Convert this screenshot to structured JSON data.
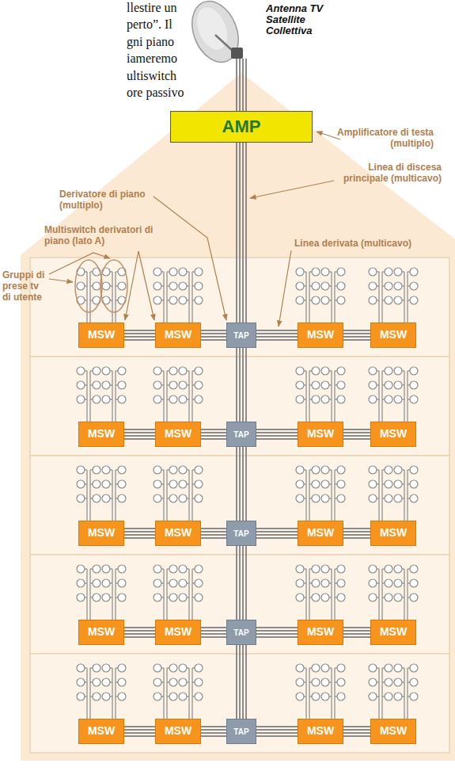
{
  "diagram": {
    "nodes": [
      {
        "text": [
          "AMP"
        ]
      },
      {
        "text": [
          "MSW"
        ]
      },
      {
        "text": [
          "MSW"
        ]
      },
      {
        "text": [
          "TAP"
        ]
      },
      {
        "text": [
          "MSW"
        ]
      },
      {
        "text": [
          "MSW"
        ]
      },
      {
        "text": [
          "MSW"
        ]
      },
      {
        "text": [
          "MSW"
        ]
      },
      {
        "text": [
          "TAP"
        ]
      },
      {
        "text": [
          "MSW"
        ]
      },
      {
        "text": [
          "MSW"
        ]
      },
      {
        "text": [
          "MSW"
        ]
      },
      {
        "text": [
          "MSW"
        ]
      },
      {
        "text": [
          "TAP"
        ]
      },
      {
        "text": [
          "MSW"
        ]
      },
      {
        "text": [
          "MSW"
        ]
      },
      {
        "text": [
          "MSW"
        ]
      },
      {
        "text": [
          "MSW"
        ]
      },
      {
        "text": [
          "TAP"
        ]
      },
      {
        "text": [
          "MSW"
        ]
      },
      {
        "text": [
          "MSW"
        ]
      },
      {
        "text": [
          "MSW"
        ]
      },
      {
        "text": [
          "MSW"
        ]
      },
      {
        "text": [
          "TAP"
        ]
      },
      {
        "text": [
          "MSW"
        ]
      },
      {
        "text": [
          "MSW"
        ]
      }
    ],
    "edges": [
      {
        "from": 0,
        "to": 3,
        "arrow": "none"
      },
      {
        "from": 3,
        "to": 8,
        "arrow": "none"
      },
      {
        "from": 8,
        "to": 13,
        "arrow": "none"
      },
      {
        "from": 13,
        "to": 18,
        "arrow": "none"
      },
      {
        "from": 18,
        "to": 23,
        "arrow": "none"
      },
      {
        "from": 3,
        "to": 2,
        "arrow": "none"
      },
      {
        "from": 2,
        "to": 1,
        "arrow": "none"
      },
      {
        "from": 3,
        "to": 4,
        "arrow": "none"
      },
      {
        "from": 4,
        "to": 5,
        "arrow": "none"
      },
      {
        "from": 8,
        "to": 7,
        "arrow": "none"
      },
      {
        "from": 7,
        "to": 6,
        "arrow": "none"
      },
      {
        "from": 8,
        "to": 9,
        "arrow": "none"
      },
      {
        "from": 9,
        "to": 10,
        "arrow": "none"
      },
      {
        "from": 13,
        "to": 12,
        "arrow": "none"
      },
      {
        "from": 12,
        "to": 11,
        "arrow": "none"
      },
      {
        "from": 13,
        "to": 14,
        "arrow": "none"
      },
      {
        "from": 14,
        "to": 15,
        "arrow": "none"
      },
      {
        "from": 18,
        "to": 17,
        "arrow": "none"
      },
      {
        "from": 17,
        "to": 16,
        "arrow": "none"
      },
      {
        "from": 18,
        "to": 19,
        "arrow": "none"
      },
      {
        "from": 19,
        "to": 20,
        "arrow": "none"
      },
      {
        "from": 23,
        "to": 22,
        "arrow": "none"
      },
      {
        "from": 22,
        "to": 21,
        "arrow": "none"
      },
      {
        "from": 23,
        "to": 24,
        "arrow": "none"
      },
      {
        "from": 24,
        "to": 25,
        "arrow": "none"
      }
    ],
    "labels": [
      "llestire un",
      "perto”. Il",
      "gni piano",
      "iameremo",
      "ultiswitch",
      "ore passivo",
      "Antenna TV Satellite Collettiva",
      "Amplificatore di testa (multiplo)",
      "Linea di discesa principale (multicavo)",
      "Derivatore di piano (multiplo)",
      "Multiswitch derivatori di piano (lato A)",
      "Linea derivata (multicavo)",
      "Gruppi di prese tv di utente"
    ]
  }
}
